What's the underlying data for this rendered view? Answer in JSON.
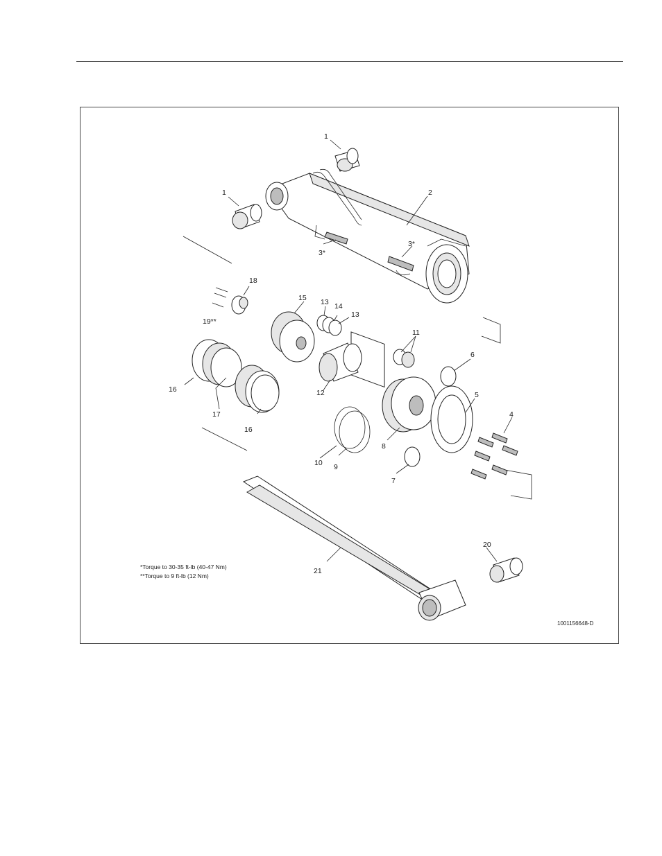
{
  "figure": {
    "drawing_id": "1001156648-D",
    "notes": [
      "*Torque to 30-35 ft-lb (40-47 Nm)",
      "**Torque to 9 ft-lb (12 Nm)"
    ],
    "callouts": {
      "c1a": "1",
      "c1b": "1",
      "c2": "2",
      "c3a": "3*",
      "c3b": "3*",
      "c4": "4",
      "c5": "5",
      "c6": "6",
      "c7": "7",
      "c8": "8",
      "c9": "9",
      "c10": "10",
      "c11": "11",
      "c12": "12",
      "c13a": "13",
      "c13b": "13",
      "c14": "14",
      "c15": "15",
      "c16a": "16",
      "c16b": "16",
      "c17": "17",
      "c18": "18",
      "c19": "19**",
      "c20": "20",
      "c21": "21"
    }
  }
}
